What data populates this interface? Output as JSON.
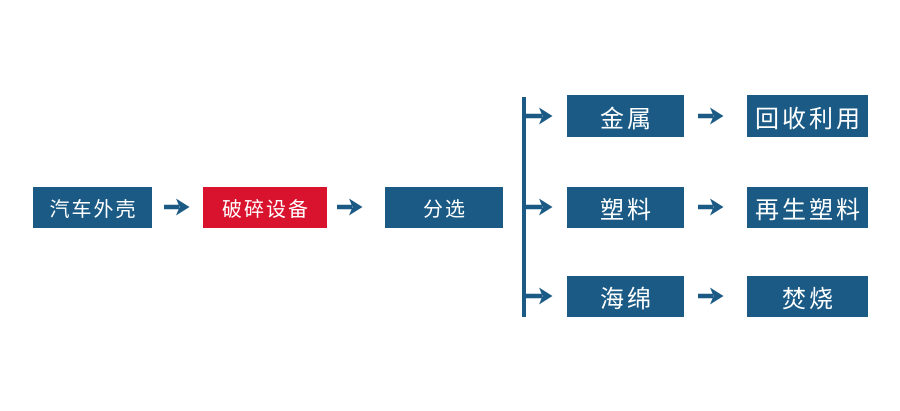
{
  "diagram": {
    "main_flow": {
      "car_shell": "汽车外壳",
      "crushing_equipment": "破碎设备",
      "sorting": "分选"
    },
    "branches": [
      {
        "material": "金属",
        "outcome": "回收利用"
      },
      {
        "material": "塑料",
        "outcome": "再生塑料"
      },
      {
        "material": "海绵",
        "outcome": "焚烧"
      }
    ]
  },
  "colors": {
    "node-blue": "#1A5A85",
    "node-red": "#D9122D",
    "text": "#FFFFFF",
    "background": "#FFFFFF"
  }
}
